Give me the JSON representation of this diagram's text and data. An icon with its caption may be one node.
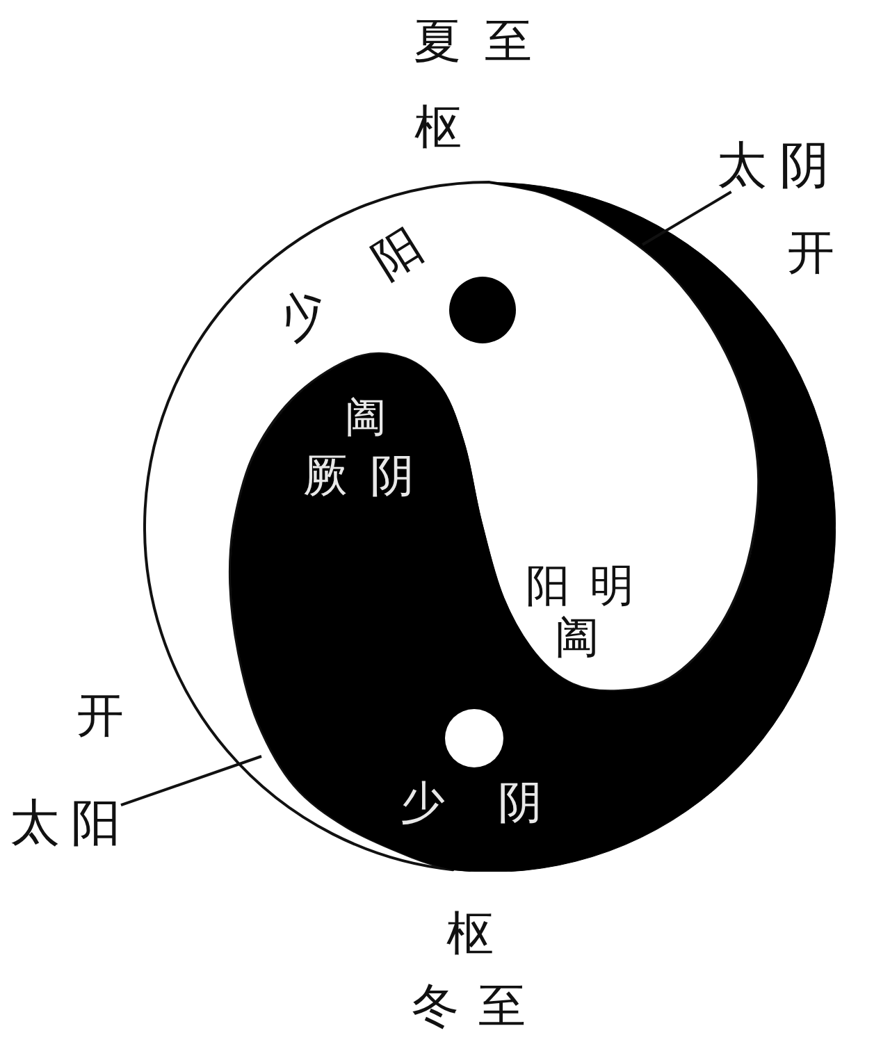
{
  "diagram": {
    "nodes": [
      {
        "text": [
          "太阴"
        ]
      },
      {
        "text": [
          "少阳",
          "阳明",
          "阖"
        ]
      },
      {
        "text": [
          "阖",
          "厥阴",
          "少阴"
        ]
      },
      {
        "text": [
          "太阳"
        ]
      }
    ],
    "edges": [
      {
        "from": 0,
        "to": 2,
        "arrow": "none"
      },
      {
        "from": 3,
        "to": 1,
        "arrow": "none"
      }
    ],
    "labels": [
      "夏至",
      "枢",
      "开",
      "开",
      "枢",
      "冬至"
    ]
  }
}
